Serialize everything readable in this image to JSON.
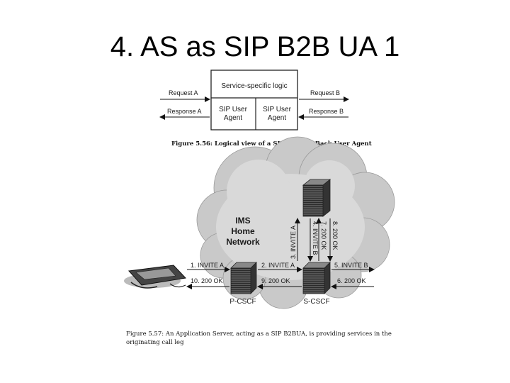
{
  "slide": {
    "title": "4. AS as SIP B2B UA 1"
  },
  "fig56": {
    "logic_label": "Service-specific logic",
    "ua_left": [
      "SIP User",
      "Agent"
    ],
    "ua_right": [
      "SIP User",
      "Agent"
    ],
    "request_a": "Request A",
    "request_b": "Request B",
    "response_a": "Response A",
    "response_b": "Response B",
    "caption": "Figure 5.56: Logical view of a SIP Back-to-Back User Agent"
  },
  "fig57": {
    "network_label": [
      "IMS",
      "Home",
      "Network"
    ],
    "pcscf_label": "P-CSCF",
    "scscf_label": "S-CSCF",
    "msg1": "1. INVITE A",
    "msg2": "2. INVITE A",
    "msg3": "3. INVITE A",
    "msg4": "4. INVITE B",
    "msg5": "5. INVITE B",
    "msg6": "6. 200 OK",
    "msg7": "7. 200 OK",
    "msg8": "8. 200 OK",
    "msg9": "9. 200 OK",
    "msg10": "10. 200 OK",
    "caption_line1": "Figure 5.57:  An Application Server, acting as a SIP B2BUA, is providing services in the",
    "caption_line2": "originating call leg"
  }
}
